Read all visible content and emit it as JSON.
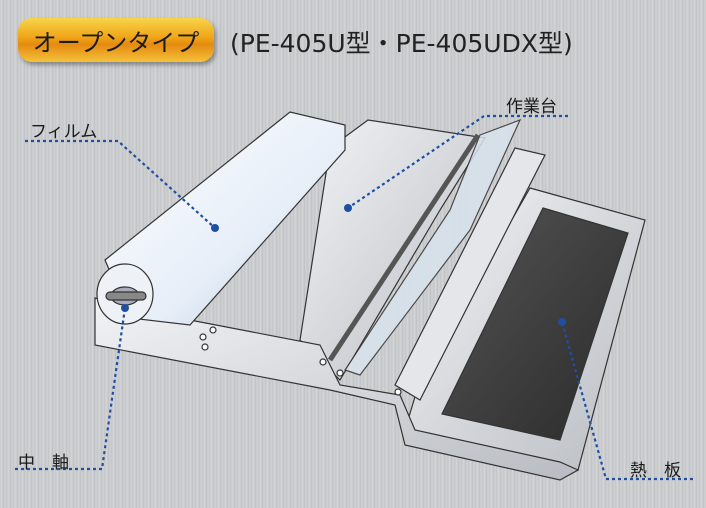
{
  "header": {
    "badge": "オープンタイプ",
    "subtitle": "(PE-405U型・PE-405UDX型)"
  },
  "labels": {
    "film": "フィルム",
    "worktable": "作業台",
    "core_shaft": "中　軸",
    "heat_plate": "熱　板"
  },
  "colors": {
    "leader_line": "#1f4fa0",
    "badge": "#f0a417",
    "heat_plate": "#3a3a3a"
  }
}
